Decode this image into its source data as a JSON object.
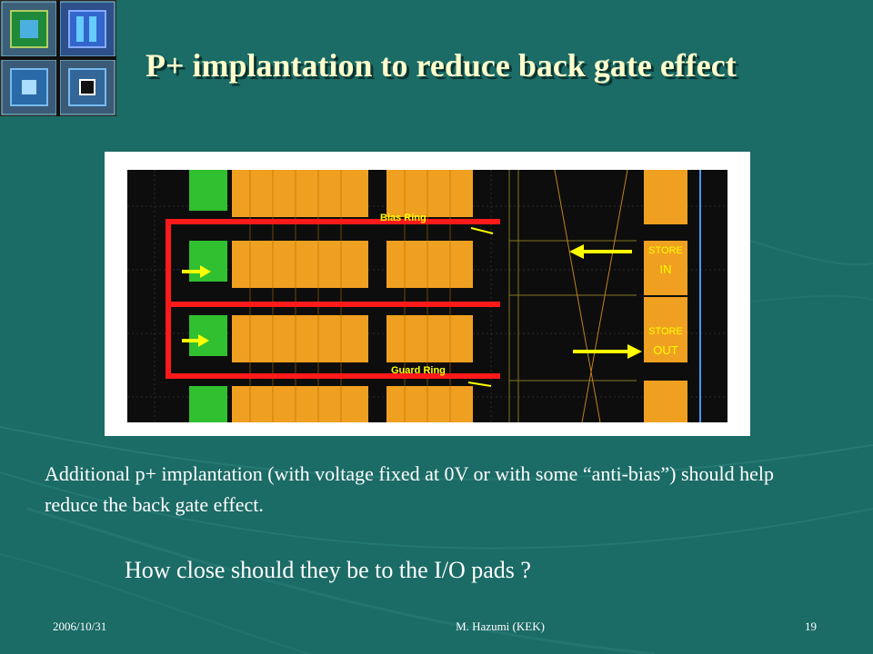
{
  "slide": {
    "title": "P+ implantation to reduce back gate effect",
    "body": "Additional p+ implantation (with voltage fixed at 0V or with some “anti-bias”) should help reduce the back gate effect.",
    "question": "How close should they be to the I/O pads ?"
  },
  "figure": {
    "labels": {
      "bias_ring": "Bias Ring",
      "guard_ring": "Guard Ring",
      "store_in_line1": "STORE",
      "store_in_line2": "IN",
      "store_out_line1": "STORE",
      "store_out_line2": "OUT"
    },
    "colors": {
      "annotation_red": "#ff1a1a",
      "arrow_yellow": "#ffff00",
      "metal_orange": "#f0a020",
      "diffusion_green": "#30c030"
    }
  },
  "footer": {
    "date": "2006/10/31",
    "author": "M. Hazumi (KEK)",
    "page": "19"
  },
  "colors": {
    "background": "#1b6b66",
    "title": "#ffffcc",
    "text": "#ffffff"
  }
}
